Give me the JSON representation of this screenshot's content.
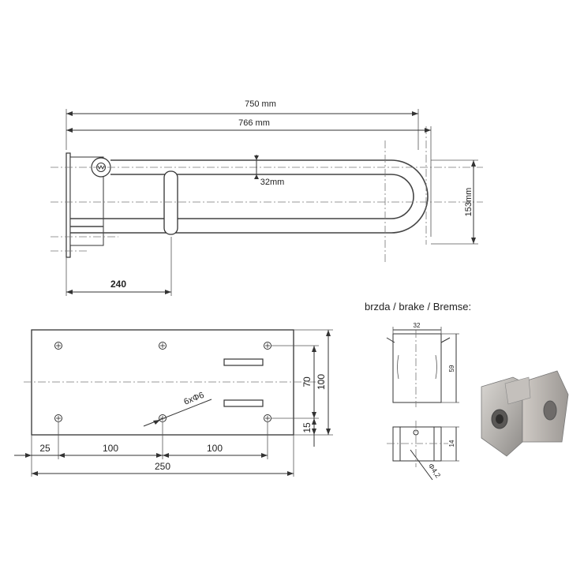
{
  "top_view": {
    "dim_750": "750 mm",
    "dim_766": "766 mm",
    "dim_tube": "32mm",
    "dim_height": "153mm",
    "dim_240": "240"
  },
  "plate": {
    "dim_25": "25",
    "dim_100_left": "100",
    "dim_100_right": "100",
    "dim_250": "250",
    "dim_70": "70",
    "dim_100_height": "100",
    "dim_15": "15",
    "holes_label": "6xΦ6"
  },
  "brake": {
    "title": "brzda / brake / Bremse:",
    "dim_32": "32",
    "dim_59": "59",
    "dim_14": "14",
    "dim_phi": "Φ4,2"
  }
}
